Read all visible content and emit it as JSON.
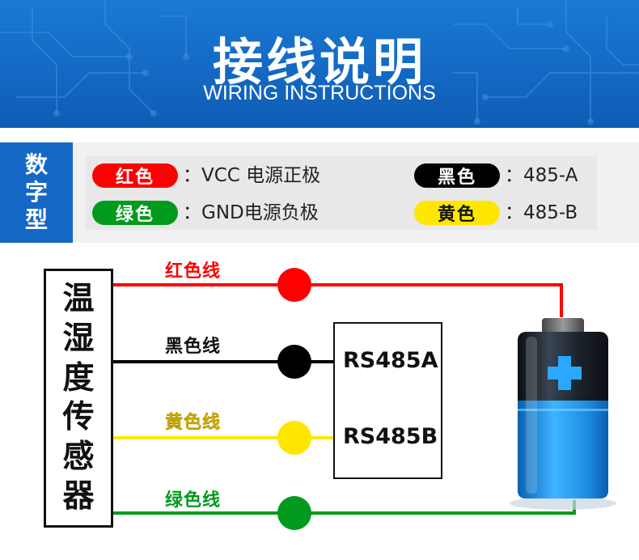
{
  "banner": {
    "title": "接线说明",
    "subtitle": "WIRING INSTRUCTIONS"
  },
  "legend": {
    "tag": [
      "数",
      "字",
      "型"
    ],
    "items": [
      {
        "color_name": "红色",
        "color": "#ff0000",
        "text_color": "#ffffff",
        "description": "：VCC 电源正极"
      },
      {
        "color_name": "绿色",
        "color": "#009a1c",
        "text_color": "#ffffff",
        "description": "：GND电源负极"
      },
      {
        "color_name": "黑色",
        "color": "#000000",
        "text_color": "#ffffff",
        "description": "：485-A"
      },
      {
        "color_name": "黄色",
        "color": "#ffe600",
        "text_color": "#111111",
        "description": "：485-B"
      }
    ]
  },
  "diagram": {
    "sensor_chars": [
      "温",
      "湿",
      "度",
      "传",
      "感",
      "器"
    ],
    "wires": [
      {
        "label": "红色线",
        "color": "#ff0000"
      },
      {
        "label": "黑色线",
        "color": "#000000"
      },
      {
        "label": "黄色线",
        "color": "#ffe600"
      },
      {
        "label": "绿色线",
        "color": "#009a1c"
      }
    ],
    "module": {
      "a_label": "RS485A",
      "b_label": "RS485B"
    },
    "battery": {
      "icon": "battery-icon"
    }
  }
}
